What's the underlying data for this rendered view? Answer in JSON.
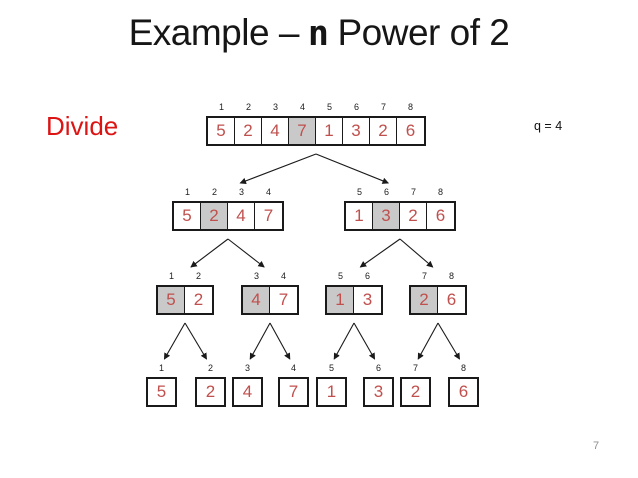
{
  "title": {
    "prefix": "Example –",
    "math_var": "n",
    "suffix": "Power of 2"
  },
  "labels": {
    "divide": "Divide",
    "q": "q = 4",
    "page_number": "7"
  },
  "colors": {
    "value_text": "#c0504d",
    "divide_text": "#dc1414",
    "shaded_cell": "#c9c9c9",
    "box_border": "#1a1a1a",
    "page_number": "#8f8f8f"
  },
  "tree": {
    "description": "merge sort divide step tree",
    "levels": [
      {
        "arrays": [
          {
            "indices": [
              1,
              2,
              3,
              4,
              5,
              6,
              7,
              8
            ],
            "values": [
              5,
              2,
              4,
              7,
              1,
              3,
              2,
              6
            ],
            "shaded_index": 4
          }
        ]
      },
      {
        "arrays": [
          {
            "indices": [
              1,
              2,
              3,
              4
            ],
            "values": [
              5,
              2,
              4,
              7
            ],
            "shaded_index": 2
          },
          {
            "indices": [
              5,
              6,
              7,
              8
            ],
            "values": [
              1,
              3,
              2,
              6
            ],
            "shaded_index": 6
          }
        ]
      },
      {
        "arrays": [
          {
            "indices": [
              1,
              2
            ],
            "values": [
              5,
              2
            ],
            "shaded_index": 1
          },
          {
            "indices": [
              3,
              4
            ],
            "values": [
              4,
              7
            ],
            "shaded_index": 3
          },
          {
            "indices": [
              5,
              6
            ],
            "values": [
              1,
              3
            ],
            "shaded_index": 5
          },
          {
            "indices": [
              7,
              8
            ],
            "values": [
              2,
              6
            ],
            "shaded_index": 7
          }
        ]
      },
      {
        "arrays": [
          {
            "indices": [
              1
            ],
            "values": [
              5
            ],
            "shaded_index": null
          },
          {
            "indices": [
              2
            ],
            "values": [
              2
            ],
            "shaded_index": null
          },
          {
            "indices": [
              3
            ],
            "values": [
              4
            ],
            "shaded_index": null
          },
          {
            "indices": [
              4
            ],
            "values": [
              7
            ],
            "shaded_index": null
          },
          {
            "indices": [
              5
            ],
            "values": [
              1
            ],
            "shaded_index": null
          },
          {
            "indices": [
              6
            ],
            "values": [
              3
            ],
            "shaded_index": null
          },
          {
            "indices": [
              7
            ],
            "values": [
              2
            ],
            "shaded_index": null
          },
          {
            "indices": [
              8
            ],
            "values": [
              6
            ],
            "shaded_index": null
          }
        ]
      }
    ]
  }
}
